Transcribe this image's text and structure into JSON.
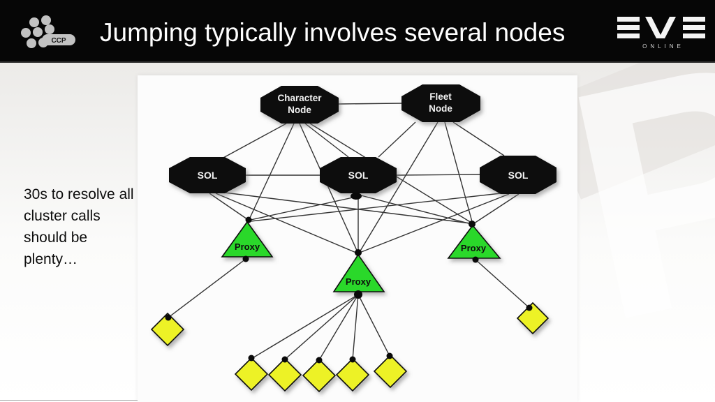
{
  "header": {
    "title": "Jumping typically involves several nodes",
    "ccp_logo_label": "CCP",
    "eve_logo_label": "EVE",
    "eve_logo_subtitle": "ONLINE"
  },
  "note": {
    "text": "30s to resolve all cluster calls should be plenty…"
  },
  "diagram": {
    "character_node": {
      "line1": "Character",
      "line2": "Node"
    },
    "fleet_node": {
      "line1": "Fleet",
      "line2": "Node"
    },
    "sol_label": "SOL",
    "proxy_label": "Proxy",
    "sol_count": 3,
    "proxy_count": 3,
    "client_diamond_count": 7,
    "colors": {
      "node_fill": "#0b0b0b",
      "node_text": "#f2f2f2",
      "proxy_fill": "#2bd82b",
      "client_fill": "#edf226",
      "edge": "#1c1c1c"
    }
  }
}
